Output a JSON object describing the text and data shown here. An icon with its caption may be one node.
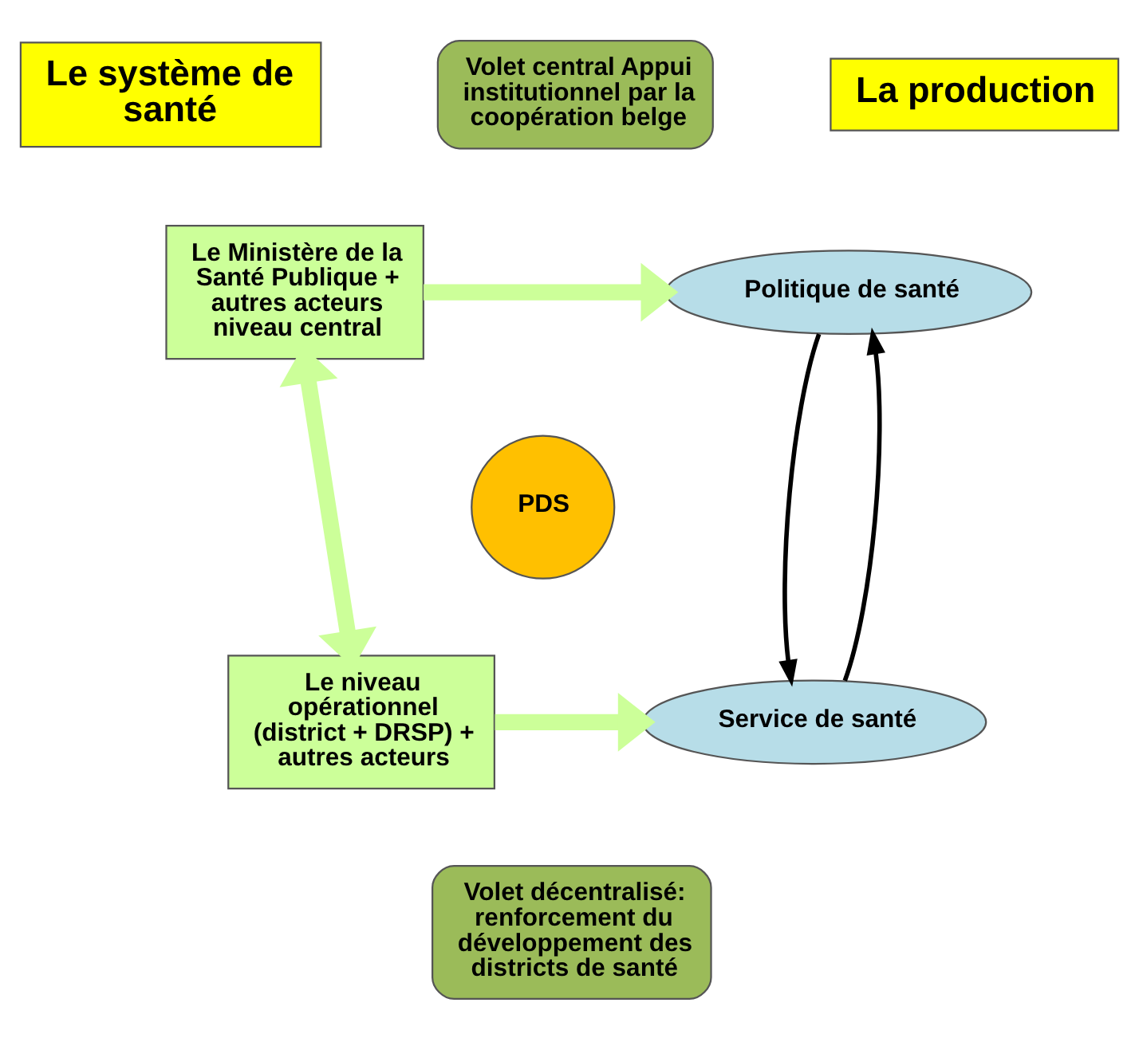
{
  "diagram": {
    "nodes": [
      {
        "text": [
          "Le système de santé"
        ]
      },
      {
        "text": [
          "Volet central Appui institutionnel par la coopération belge"
        ]
      },
      {
        "text": [
          "La production"
        ]
      },
      {
        "text": [
          "Le Ministère de la Santé Publique + autres acteurs niveau central"
        ]
      },
      {
        "text": [
          "Politique de santé"
        ]
      },
      {
        "text": [
          "PDS"
        ]
      },
      {
        "text": [
          "Le niveau opérationnel (district + DRSP) + autres acteurs"
        ]
      },
      {
        "text": [
          "Service de santé"
        ]
      },
      {
        "text": [
          "Volet décentralisé: renforcement du développement des districts de santé"
        ]
      }
    ],
    "edges": [
      {
        "from": 3,
        "to": 4,
        "arrow": "to"
      },
      {
        "from": 3,
        "to": 6,
        "arrow": "both"
      },
      {
        "from": 6,
        "to": 7,
        "arrow": "to"
      },
      {
        "from": 4,
        "to": 7,
        "arrow": "to",
        "color": "#000000"
      },
      {
        "from": 7,
        "to": 4,
        "arrow": "to",
        "color": "#000000"
      }
    ]
  }
}
